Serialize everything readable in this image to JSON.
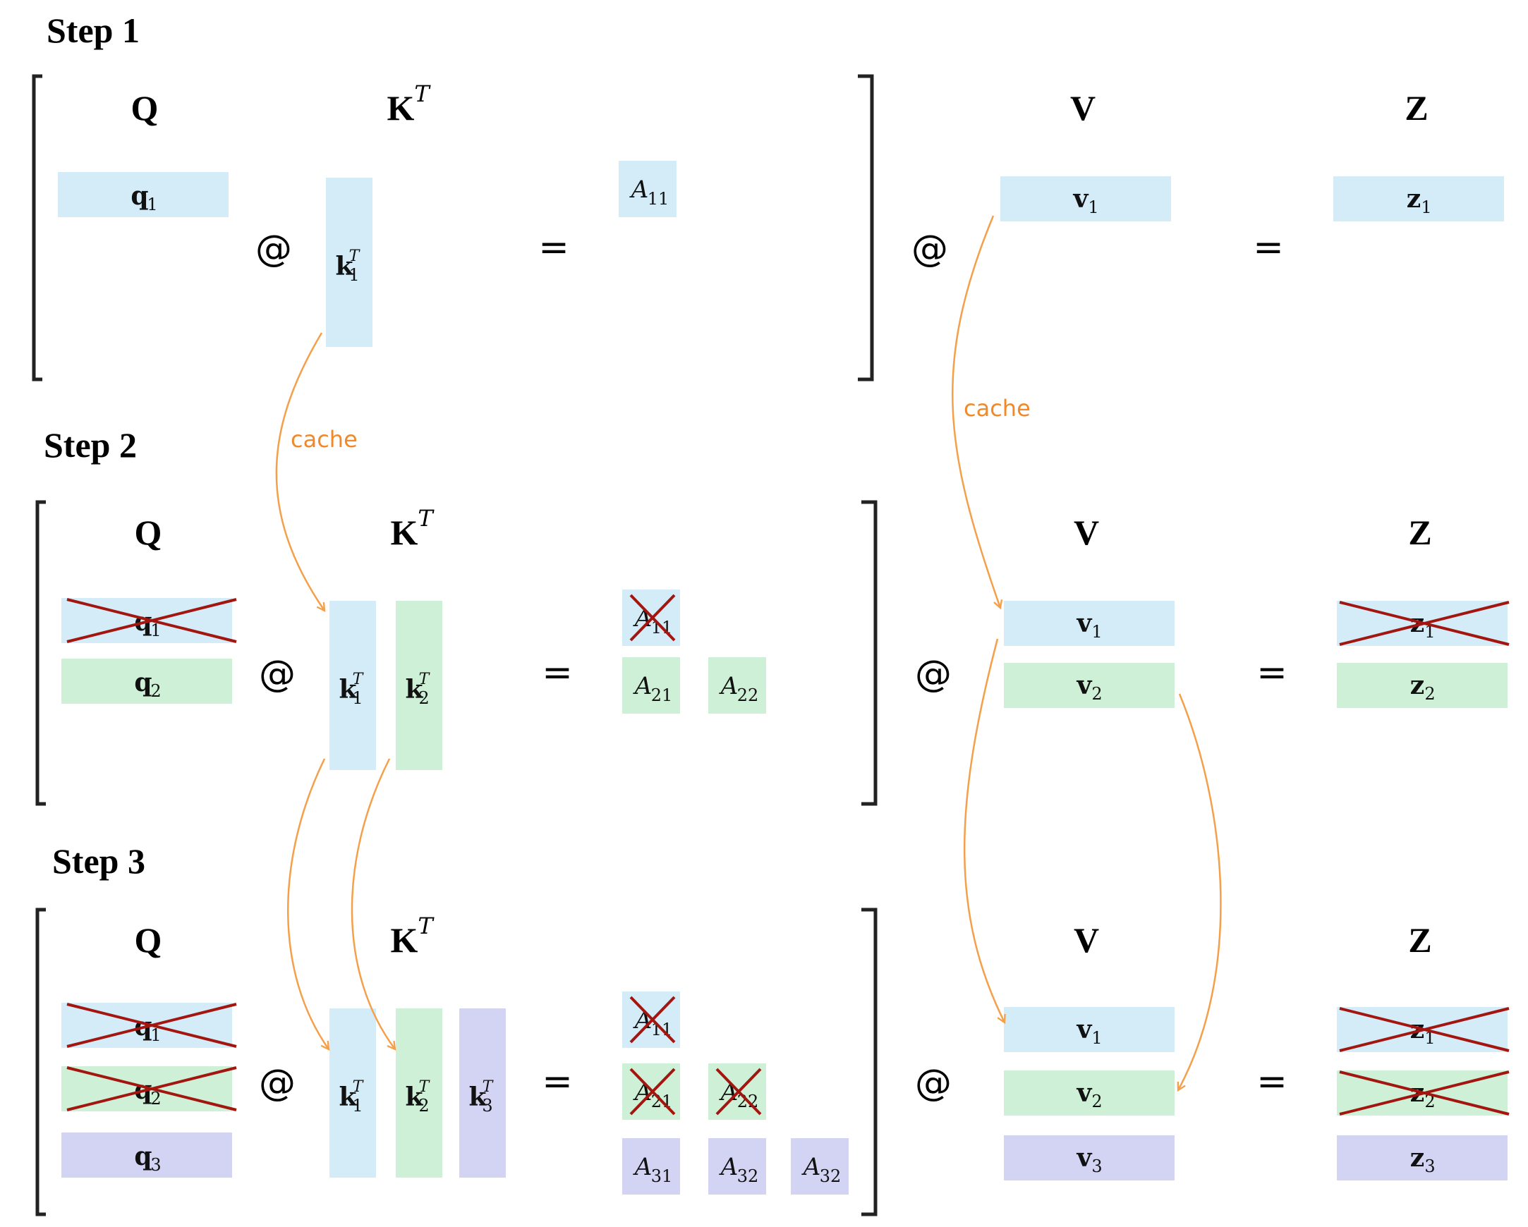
{
  "colors": {
    "step1": "#d4ebf8",
    "step2": "#cdf0d6",
    "step3": "#d3d4f3",
    "arrow": "#f4a04a",
    "cache_text": "#f0892a",
    "cross": "#a3150f"
  },
  "operators": {
    "matmul": "@",
    "equals": "="
  },
  "cache_label": "cache",
  "steps": [
    {
      "title": "Step 1",
      "heads": {
        "q": "Q",
        "k": "K",
        "k_sup": "T",
        "v": "V",
        "z": "Z"
      },
      "q": [
        {
          "sym": "q",
          "sub": "1",
          "crossed": false
        }
      ],
      "k": [
        {
          "sym": "k",
          "sub": "1",
          "sup": "T"
        }
      ],
      "a": [
        [
          {
            "sym": "A",
            "sub": "11",
            "crossed": false
          }
        ]
      ],
      "v": [
        {
          "sym": "v",
          "sub": "1"
        }
      ],
      "z": [
        {
          "sym": "z",
          "sub": "1",
          "crossed": false
        }
      ]
    },
    {
      "title": "Step 2",
      "heads": {
        "q": "Q",
        "k": "K",
        "k_sup": "T",
        "v": "V",
        "z": "Z"
      },
      "q": [
        {
          "sym": "q",
          "sub": "1",
          "crossed": true
        },
        {
          "sym": "q",
          "sub": "2",
          "crossed": false
        }
      ],
      "k": [
        {
          "sym": "k",
          "sub": "1",
          "sup": "T"
        },
        {
          "sym": "k",
          "sub": "2",
          "sup": "T"
        }
      ],
      "a": [
        [
          {
            "sym": "A",
            "sub": "11",
            "crossed": true
          }
        ],
        [
          {
            "sym": "A",
            "sub": "21",
            "crossed": false
          },
          {
            "sym": "A",
            "sub": "22",
            "crossed": false
          }
        ]
      ],
      "v": [
        {
          "sym": "v",
          "sub": "1"
        },
        {
          "sym": "v",
          "sub": "2"
        }
      ],
      "z": [
        {
          "sym": "z",
          "sub": "1",
          "crossed": true
        },
        {
          "sym": "z",
          "sub": "2",
          "crossed": false
        }
      ]
    },
    {
      "title": "Step 3",
      "heads": {
        "q": "Q",
        "k": "K",
        "k_sup": "T",
        "v": "V",
        "z": "Z"
      },
      "q": [
        {
          "sym": "q",
          "sub": "1",
          "crossed": true
        },
        {
          "sym": "q",
          "sub": "2",
          "crossed": true
        },
        {
          "sym": "q",
          "sub": "3",
          "crossed": false
        }
      ],
      "k": [
        {
          "sym": "k",
          "sub": "1",
          "sup": "T"
        },
        {
          "sym": "k",
          "sub": "2",
          "sup": "T"
        },
        {
          "sym": "k",
          "sub": "3",
          "sup": "T"
        }
      ],
      "a": [
        [
          {
            "sym": "A",
            "sub": "11",
            "crossed": true
          }
        ],
        [
          {
            "sym": "A",
            "sub": "21",
            "crossed": true
          },
          {
            "sym": "A",
            "sub": "22",
            "crossed": true
          }
        ],
        [
          {
            "sym": "A",
            "sub": "31",
            "crossed": false
          },
          {
            "sym": "A",
            "sub": "32",
            "crossed": false
          },
          {
            "sym": "A",
            "sub": "32",
            "crossed": false
          }
        ]
      ],
      "v": [
        {
          "sym": "v",
          "sub": "1"
        },
        {
          "sym": "v",
          "sub": "2"
        },
        {
          "sym": "v",
          "sub": "3"
        }
      ],
      "z": [
        {
          "sym": "z",
          "sub": "1",
          "crossed": true
        },
        {
          "sym": "z",
          "sub": "2",
          "crossed": true
        },
        {
          "sym": "z",
          "sub": "3",
          "crossed": false
        }
      ]
    }
  ]
}
